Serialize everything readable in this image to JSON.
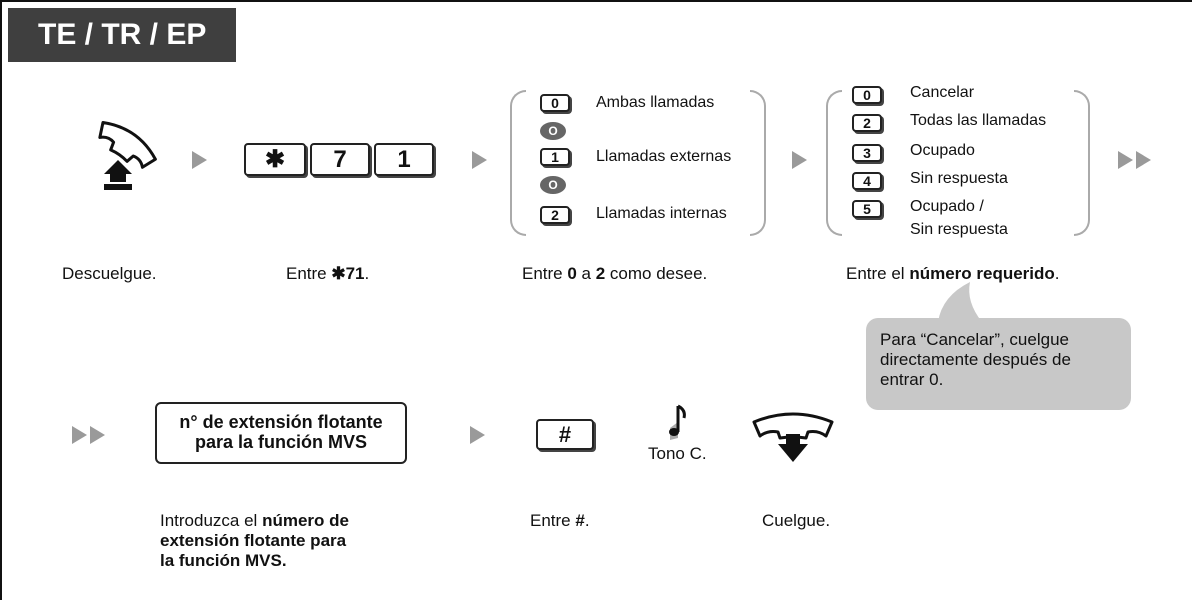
{
  "header": {
    "title": "TE / TR / EP"
  },
  "steps": {
    "offhook": {
      "caption": "Descuelgue."
    },
    "enter_code": {
      "caption_prefix": "Entre ",
      "code": "✱71",
      "caption_suffix": ".",
      "keys": [
        "✱",
        "7",
        "1"
      ]
    },
    "enter_choice": {
      "caption_1": "Entre ",
      "bold_1": "0",
      "caption_2": " a ",
      "bold_2": "2",
      "caption_3": " como desee.",
      "options": [
        {
          "key": "0",
          "label": "Ambas llamadas"
        },
        {
          "key": "1",
          "label": "Llamadas externas"
        },
        {
          "key": "2",
          "label": "Llamadas internas"
        }
      ],
      "pause_symbol": "O"
    },
    "enter_number": {
      "caption_prefix": "Entre el ",
      "bold": "número requerido",
      "caption_suffix": ".",
      "options": [
        {
          "key": "0",
          "label": "Cancelar"
        },
        {
          "key": "2",
          "label": "Todas las llamadas"
        },
        {
          "key": "3",
          "label": "Ocupado"
        },
        {
          "key": "4",
          "label": "Sin respuesta"
        },
        {
          "key": "5",
          "label": "Ocupado /",
          "label2": "Sin respuesta"
        }
      ]
    },
    "note": {
      "text_1": "Para “Cancelar”, cuelgue",
      "text_2": "directamente después de",
      "text_3": "entrar 0."
    },
    "floating": {
      "box_line1": "n° de extensión flotante",
      "box_line2": "para la función MVS",
      "caption_prefix": "Introduzca el ",
      "bold_1": "número de",
      "bold_2": "extensión flotante para",
      "bold_3": "la función MVS."
    },
    "hash": {
      "key": "#",
      "caption_prefix": "Entre ",
      "bold": "#",
      "caption_suffix": "."
    },
    "tone": {
      "label": "Tono C."
    },
    "onhook": {
      "caption": "Cuelgue."
    }
  },
  "colors": {
    "header_bg": "#3f3f3f",
    "arrow": "#9a9a9a",
    "balloon": "#c8c8c8",
    "bracket": "#aaaaaa"
  }
}
